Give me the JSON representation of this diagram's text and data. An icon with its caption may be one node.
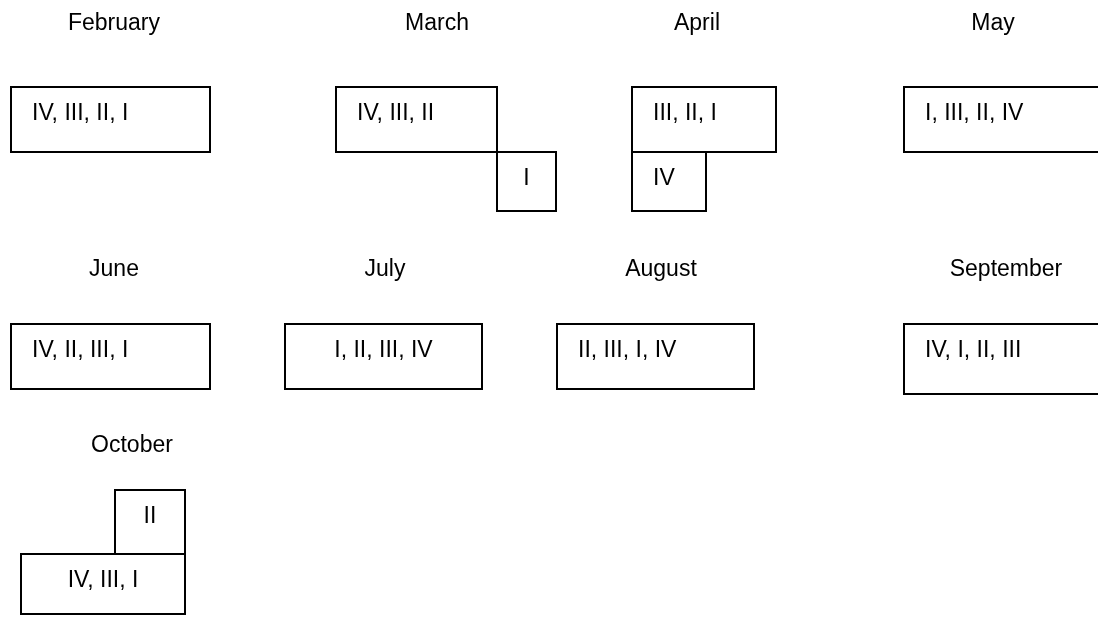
{
  "diagram": {
    "nodes": [
      {
        "text": [
          "IV, III, II, I"
        ]
      },
      {
        "text": [
          "IV, III, II"
        ]
      },
      {
        "text": [
          "I"
        ]
      },
      {
        "text": [
          "III, II, I"
        ]
      },
      {
        "text": [
          "IV"
        ]
      },
      {
        "text": [
          "I, III, II, IV"
        ]
      },
      {
        "text": [
          "IV, II, III, I"
        ]
      },
      {
        "text": [
          "I, II, III, IV"
        ]
      },
      {
        "text": [
          "II, III, I, IV"
        ]
      },
      {
        "text": [
          "IV, I, II, III"
        ]
      },
      {
        "text": [
          "II"
        ]
      },
      {
        "text": [
          "IV, III, I"
        ]
      }
    ],
    "labels": [
      "February",
      "March",
      "April",
      "May",
      "June",
      "July",
      "August",
      "September",
      "October"
    ]
  }
}
